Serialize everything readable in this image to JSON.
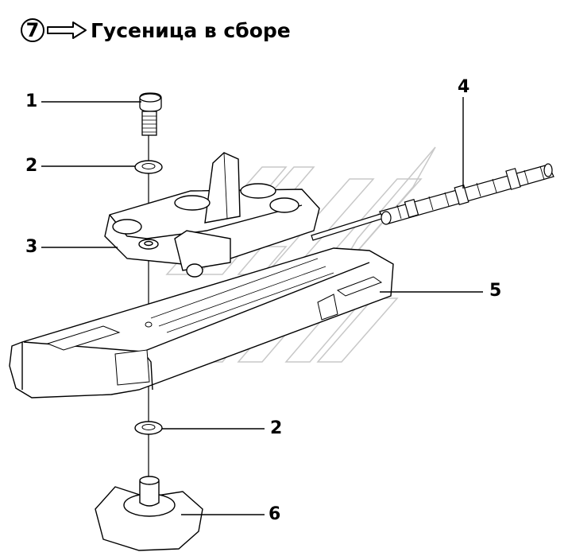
{
  "header": {
    "section_number": "7",
    "title": "Гусеница в сборе"
  },
  "callouts": [
    {
      "id": "bolt",
      "number": "1"
    },
    {
      "id": "washer-top",
      "number": "2"
    },
    {
      "id": "bracket",
      "number": "3"
    },
    {
      "id": "cable",
      "number": "4"
    },
    {
      "id": "track",
      "number": "5"
    },
    {
      "id": "washer-bottom",
      "number": "2"
    },
    {
      "id": "base",
      "number": "6"
    }
  ],
  "colors": {
    "line": "#000000",
    "watermark": "#c8c8c8"
  },
  "icons": [
    "circled-number-icon",
    "right-arrow-icon"
  ]
}
